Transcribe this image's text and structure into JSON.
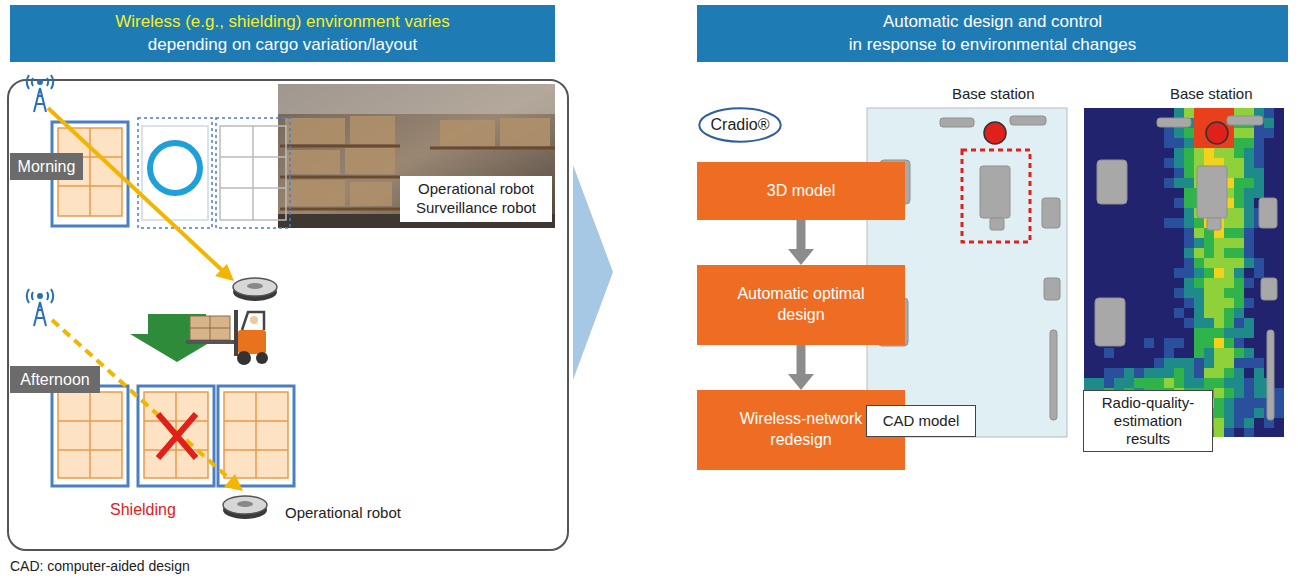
{
  "diagram": {
    "nodes": [
      {
        "text": [
          "Wireless (e.g., shielding) environment varies",
          "depending on cargo variation/layout"
        ]
      },
      {
        "text": [
          "Automatic design and control",
          "in response to environmental changes"
        ]
      },
      {
        "text": [
          "Morning"
        ]
      },
      {
        "text": [
          "Operational robot Surveillance robot"
        ]
      },
      {
        "text": [
          "Afternoon"
        ]
      },
      {
        "text": [
          "Cradio®"
        ]
      },
      {
        "text": [
          "3D model"
        ]
      },
      {
        "text": [
          "Automatic optimal design"
        ]
      },
      {
        "text": [
          "Wireless-network redesign"
        ]
      },
      {
        "text": [
          "CAD model"
        ]
      },
      {
        "text": [
          "Radio-quality-estimation results"
        ]
      }
    ],
    "edges": [
      {
        "from": 6,
        "to": 7,
        "arrow": "to"
      },
      {
        "from": 7,
        "to": 8,
        "arrow": "to"
      }
    ],
    "labels": [
      "Shielding",
      "Operational robot",
      "Base station",
      "Base station",
      "CAD: computer-aided design"
    ]
  }
}
